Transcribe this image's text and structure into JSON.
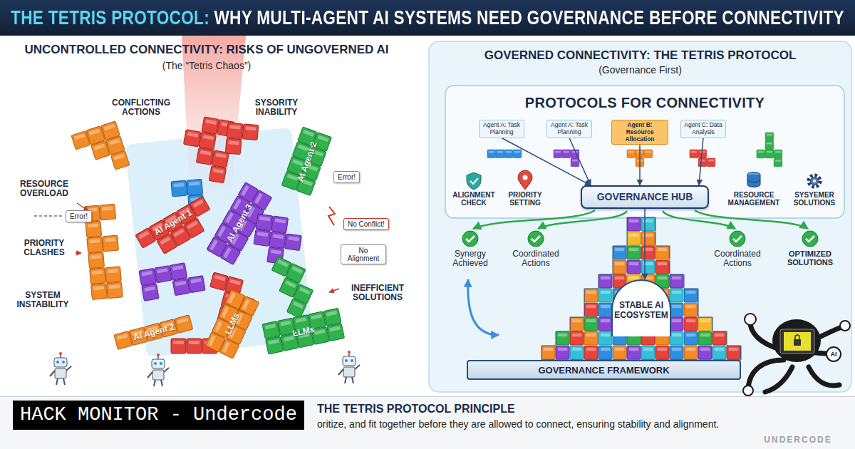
{
  "diagram": {
    "title": "THE TETRIS PROTOCOL: WHY MULTI-AGENT AI SYSTEMS NEED GOVERNANCE BEFORE CONNECTIVITY",
    "nodes": [
      {
        "text": [
          "Error!"
        ]
      },
      {
        "text": [
          "Error!"
        ]
      },
      {
        "text": [
          "No Conflict!"
        ]
      },
      {
        "text": [
          "No Alignment"
        ]
      },
      {
        "text": [
          "GOVERNED CONNECTIVITY: THE TETRIS PROTOCOL",
          "(Governance First)"
        ]
      },
      {
        "text": [
          "PROTOCOLS FOR CONNECTIVITY"
        ],
        "in": 4
      },
      {
        "text": [
          "Agent A: Task Planning"
        ],
        "in": 5
      },
      {
        "text": [
          "Agent A: Task Planning"
        ],
        "in": 5
      },
      {
        "text": [
          "Agent B: Resource Allocation"
        ],
        "in": 5
      },
      {
        "text": [
          "Agent C: Data Analysis"
        ],
        "in": 5
      },
      {
        "text": [
          "GOVERNANCE HUB"
        ],
        "in": 5
      },
      {
        "text": [
          "STABLE AI ECOSYSTEM"
        ],
        "in": 4
      },
      {
        "text": [
          "GOVERNANCE FRAMEWORK"
        ],
        "in": 4
      },
      {
        "text": [
          "THE TETRIS PROTOCOL PRINCIPLE",
          "oritize, and fit together before they are allowed to connect, ensuring stability and alignment."
        ]
      },
      {
        "text": [
          "HACK MONITOR - Undercode"
        ]
      }
    ],
    "edges": [
      {
        "from": 6,
        "to": 10,
        "arrow": "to"
      },
      {
        "from": 7,
        "to": 10,
        "arrow": "to"
      },
      {
        "from": 8,
        "to": 10,
        "arrow": "to"
      },
      {
        "from": 9,
        "to": 10,
        "arrow": "to"
      },
      {
        "from": 10,
        "to": 11,
        "arrow": "to"
      }
    ],
    "labels": [
      "UNCONTROLLED CONNECTIVITY: RISKS OF UNGOVERNED AI",
      "(The “Tetris Chaos”)",
      "CONFLICTING ACTIONS",
      "SYSORITY INABILITY",
      "RESOURCE OVERLOAD",
      "PRIORITY CLASHES",
      "SYSTEM INSTABILITY",
      "INEFFICIENT SOLUTIONS",
      "AI Agent 2",
      "AI Agent 1",
      "AI Agent 3",
      "AI Agent 2",
      "LLMs",
      "LLMs",
      "ALIGNMENT CHECK",
      "PRIORITY SETTING",
      "RESOURCE MANAGEMENT",
      "SYSYEMER SOLUTIONS",
      "Synergy Achieved",
      "Coordinated Actions",
      "Coordinated Actions",
      "OPTIMIZED SOLUTIONS",
      "AI",
      "UNDERCODE"
    ]
  }
}
